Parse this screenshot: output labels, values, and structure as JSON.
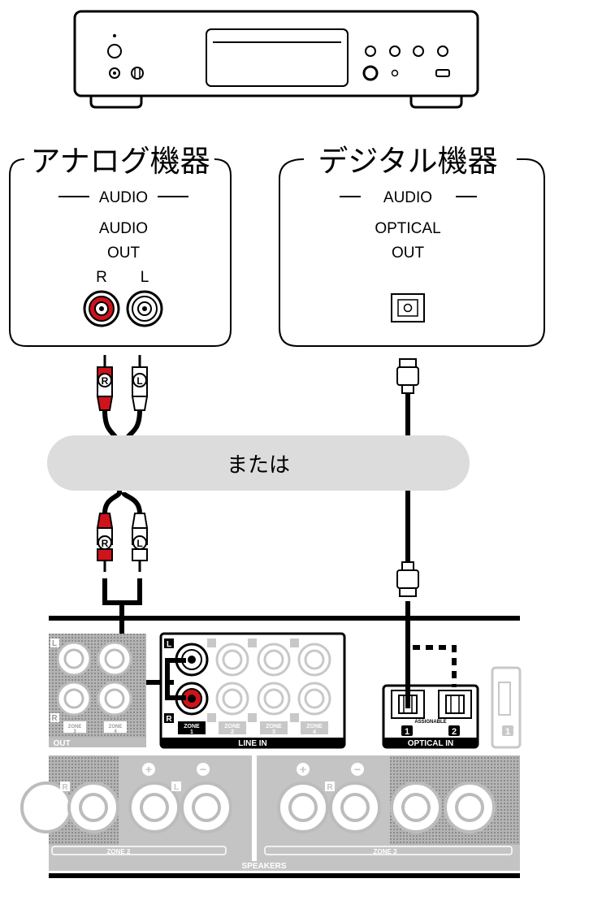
{
  "analog_box": {
    "title": "アナログ機器",
    "section": "AUDIO",
    "port_line1": "AUDIO",
    "port_line2": "OUT",
    "ch_right": "R",
    "ch_left": "L"
  },
  "digital_box": {
    "title": "デジタル機器",
    "section": "AUDIO",
    "port_line1": "OPTICAL",
    "port_line2": "OUT"
  },
  "plug_labels": {
    "right": "R",
    "left": "L"
  },
  "or_banner": "または",
  "receiver": {
    "line_in": {
      "label": "LINE IN",
      "zone_word": "ZONE",
      "zones": [
        "1",
        "2",
        "3",
        "4"
      ],
      "ch_left": "L",
      "ch_right": "R"
    },
    "preout": {
      "label": "OUT",
      "zone_word": "ZONE",
      "zones": [
        "3",
        "4"
      ],
      "ch_left": "L",
      "ch_right": "R"
    },
    "optical_in": {
      "label": "OPTICAL IN",
      "sublabel": "ASSIGNABLE",
      "ports": [
        "1",
        "2"
      ]
    },
    "right_module_number": "1",
    "speakers": {
      "label": "SPEAKERS",
      "zone_a": "ZONE 2",
      "zone_b": "ZONE 3",
      "ch_left": "L",
      "ch_right": "R",
      "plus": "+",
      "minus": "−"
    }
  },
  "colors": {
    "red": "#d0121b",
    "gray_band": "#dcdcdc",
    "panel_gray": "#c8c8c8",
    "black": "#000000"
  }
}
